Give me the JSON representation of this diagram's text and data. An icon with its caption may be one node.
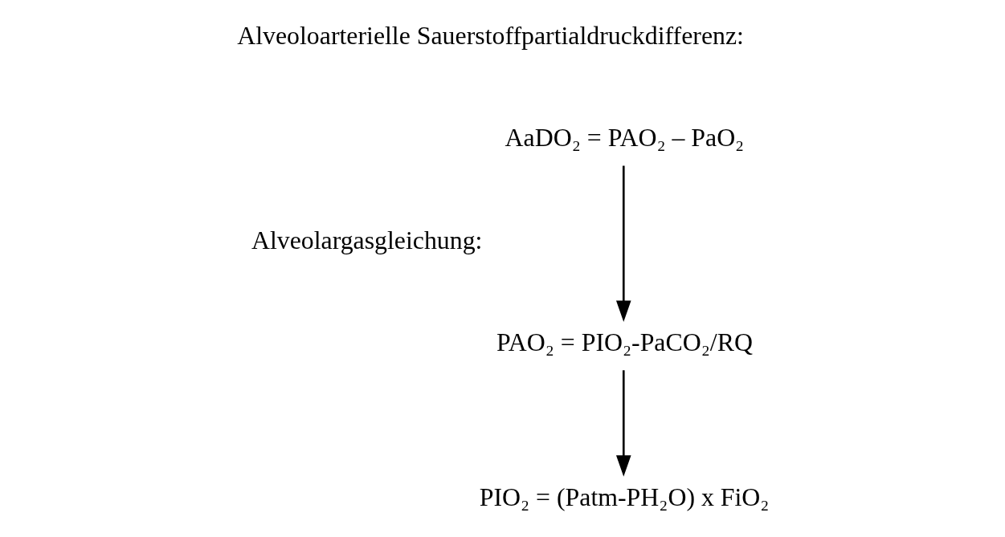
{
  "diagram": {
    "nodes": [
      {
        "text": [
          "AaDO₂ = PAO₂ – PaO₂"
        ]
      },
      {
        "text": [
          "PAO₂ = PIO₂-PaCO₂/RQ"
        ]
      },
      {
        "text": [
          "PIO₂ = (Patm-PH₂O) x FiO₂"
        ]
      }
    ],
    "edges": [
      {
        "from": 0,
        "to": 1,
        "arrow": "to"
      },
      {
        "from": 1,
        "to": 2,
        "arrow": "to"
      }
    ],
    "labels": [
      "Alveoloarterielle Sauerstoffpartialdruckdifferenz:",
      "Alveolargasgleichung:"
    ]
  }
}
